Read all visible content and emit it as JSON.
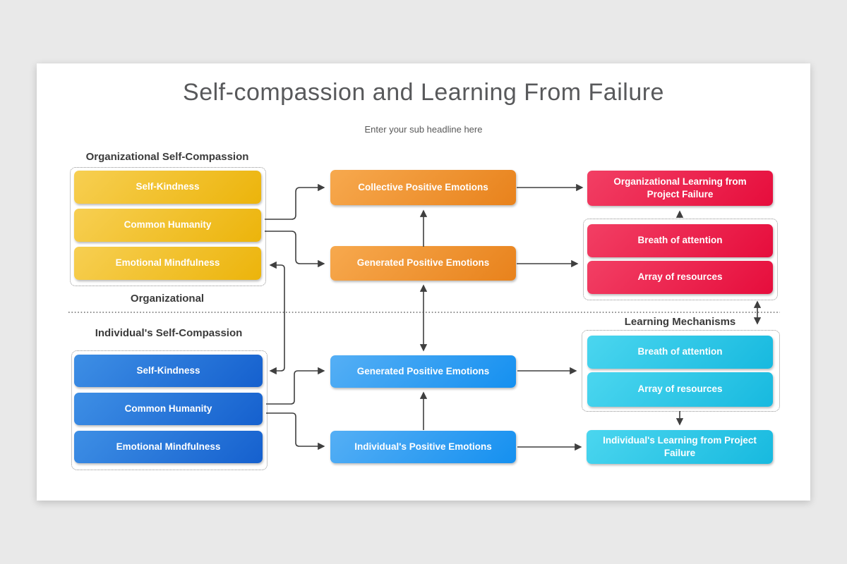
{
  "slide": {
    "title": "Self-compassion and Learning From Failure",
    "subtitle": "Enter your sub headline here"
  },
  "sections": {
    "organizational": {
      "group_label": "Organizational Self-Compassion",
      "footer_label": "Organizational",
      "items": [
        "Self-Kindness",
        "Common Humanity",
        "Emotional Mindfulness"
      ],
      "collective_emotions": "Collective Positive Emotions",
      "generated_emotions": "Generated Positive Emotions",
      "learning_outcome": "Organizational Learning from Project Failure",
      "mechanisms": [
        "Breath of attention",
        "Array of resources"
      ]
    },
    "individual": {
      "group_label": "Individual's Self-Compassion",
      "mechanisms_label": "Learning Mechanisms",
      "items": [
        "Self-Kindness",
        "Common Humanity",
        "Emotional Mindfulness"
      ],
      "generated_emotions": "Generated Positive Emotions",
      "positive_emotions": "Individual's Positive Emotions",
      "learning_outcome": "Individual's Learning from Project Failure",
      "mechanisms": [
        "Breath of attention",
        "Array of resources"
      ]
    }
  },
  "colors": {
    "background": "#E9E9E9",
    "slide": "#FFFFFF",
    "title_text": "#58595B",
    "label_text": "#3B3B3B",
    "arrow": "#3F3F3F",
    "gradients": {
      "gold": [
        "#F7CF52",
        "#ECB40B"
      ],
      "orange": [
        "#F7A94E",
        "#E8821C"
      ],
      "pink": [
        "#F23F64",
        "#E60D3C"
      ],
      "blue": [
        "#3E8FE5",
        "#1560CE"
      ],
      "sky": [
        "#55AFF5",
        "#1590F0"
      ],
      "cyan": [
        "#4BD6EF",
        "#17B9DF"
      ]
    }
  }
}
